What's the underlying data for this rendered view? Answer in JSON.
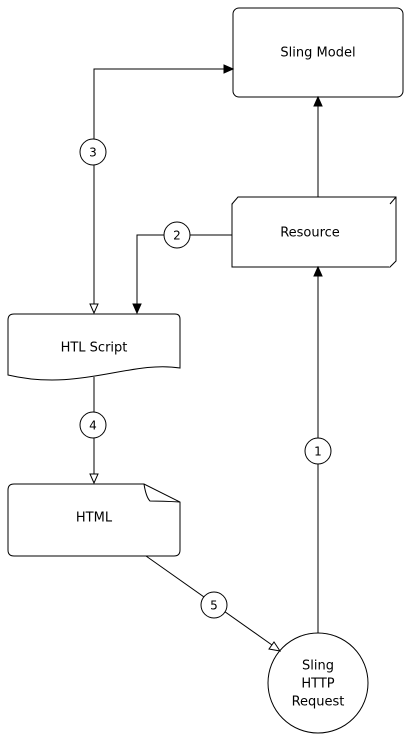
{
  "nodes": {
    "sling_model": "Sling Model",
    "resource": "Resource",
    "htl_script": "HTL Script",
    "html": "HTML",
    "request": {
      "line1": "Sling",
      "line2": "HTTP",
      "line3": "Request"
    }
  },
  "steps": {
    "s1": "1",
    "s2": "2",
    "s3": "3",
    "s4": "4",
    "s5": "5"
  }
}
